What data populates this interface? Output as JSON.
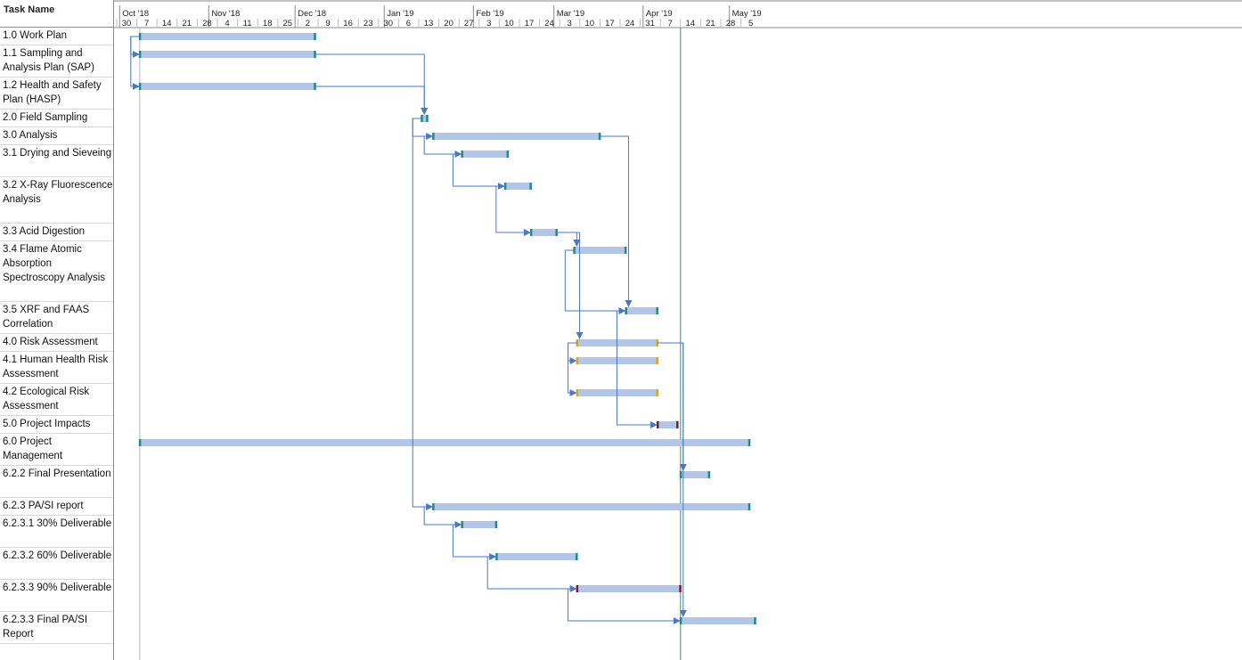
{
  "header": {
    "task_name_label": "Task Name"
  },
  "chart_data": {
    "type": "gantt",
    "timescale": {
      "months": [
        "Oct '18",
        "Nov '18",
        "Dec '18",
        "Jan '19",
        "Feb '19",
        "Mar '19",
        "Apr '19",
        "May '19"
      ],
      "ticks": [
        "30",
        "7",
        "14",
        "21",
        "28",
        "4",
        "11",
        "18",
        "25",
        "2",
        "9",
        "16",
        "23",
        "30",
        "6",
        "13",
        "20",
        "27",
        "3",
        "10",
        "17",
        "24",
        "3",
        "10",
        "17",
        "24",
        "31",
        "7",
        "14",
        "21",
        "28",
        "5"
      ]
    },
    "status_date": "2019-04-14",
    "tasks": [
      {
        "name": "1.0 Work Plan",
        "start": "2018-10-08",
        "finish": "2018-12-08",
        "marker_color": "#1f8a8a"
      },
      {
        "name": "1.1 Sampling and Analysis Plan (SAP)",
        "start": "2018-10-08",
        "finish": "2018-12-08",
        "marker_color": "#1f8a8a"
      },
      {
        "name": "1.2 Health and Safety Plan (HASP)",
        "start": "2018-10-08",
        "finish": "2018-12-08",
        "marker_color": "#1f8a8a"
      },
      {
        "name": "2.0 Field Sampling",
        "start": "2019-01-14",
        "finish": "2019-01-16",
        "marker_color": "#1f8a8a"
      },
      {
        "name": "3.0 Analysis",
        "start": "2019-01-18",
        "finish": "2019-03-17",
        "marker_color": "#1f8a8a"
      },
      {
        "name": "3.1 Drying and Sieveing",
        "start": "2019-01-28",
        "finish": "2019-02-13",
        "marker_color": "#1f8a8a"
      },
      {
        "name": "3.2 X-Ray Fluorescence Analysis",
        "start": "2019-02-12",
        "finish": "2019-02-21",
        "marker_color": "#1f8a8a"
      },
      {
        "name": "3.3 Acid Digestion",
        "start": "2019-02-21",
        "finish": "2019-03-02",
        "marker_color": "#1f8a8a"
      },
      {
        "name": "3.4 Flame Atomic Absorption Spectroscopy Analysis",
        "start": "2019-03-08",
        "finish": "2019-03-26",
        "marker_color": "#1f8a8a"
      },
      {
        "name": "3.5 XRF and FAAS Correlation",
        "start": "2019-03-26",
        "finish": "2019-04-06",
        "marker_color": "#1f8a8a"
      },
      {
        "name": "4.0 Risk Assessment",
        "start": "2019-03-09",
        "finish": "2019-04-06",
        "marker_color": "#d9a520"
      },
      {
        "name": "4.1 Human Health Risk Assessment",
        "start": "2019-03-09",
        "finish": "2019-04-06",
        "marker_color": "#d9a520"
      },
      {
        "name": "4.2 Ecological Risk Assessment",
        "start": "2019-03-09",
        "finish": "2019-04-06",
        "marker_color": "#d9a520"
      },
      {
        "name": "5.0 Project Impacts",
        "start": "2019-04-06",
        "finish": "2019-04-13",
        "marker_color": "#7a1a3a"
      },
      {
        "name": "6.0 Project Management",
        "start": "2018-10-08",
        "finish": "2019-05-08",
        "marker_color": "#1f8a8a"
      },
      {
        "name": "6.2.2 Final Presentation",
        "start": "2019-04-14",
        "finish": "2019-04-24",
        "marker_color": "#1f8a8a"
      },
      {
        "name": "6.2.3 PA/SI report",
        "start": "2019-01-18",
        "finish": "2019-05-08",
        "marker_color": "#1f8a8a"
      },
      {
        "name": "6.2.3.1 30% Deliverable",
        "start": "2019-01-28",
        "finish": "2019-02-09",
        "marker_color": "#1f8a8a"
      },
      {
        "name": "6.2.3.2 60% Deliverable",
        "start": "2019-02-09",
        "finish": "2019-03-09",
        "marker_color": "#1f8a8a"
      },
      {
        "name": "6.2.3.3 90% Deliverable",
        "start": "2019-03-09",
        "finish": "2019-04-14",
        "marker_color": "#7a1a3a"
      },
      {
        "name": "6.2.3.3 Final PA/SI Report",
        "start": "2019-04-14",
        "finish": "2019-05-10",
        "marker_color": "#1f8a8a"
      }
    ],
    "dependencies": [
      {
        "from": 0,
        "to": 1
      },
      {
        "from": 0,
        "to": 2
      },
      {
        "from": 1,
        "to": 3
      },
      {
        "from": 2,
        "to": 3
      },
      {
        "from": 3,
        "to": 4
      },
      {
        "from": 4,
        "to": 5
      },
      {
        "from": 5,
        "to": 6
      },
      {
        "from": 6,
        "to": 7
      },
      {
        "from": 7,
        "to": 8
      },
      {
        "from": 8,
        "to": 9
      },
      {
        "from": 4,
        "to": 9
      },
      {
        "from": 7,
        "to": 10
      },
      {
        "from": 10,
        "to": 11
      },
      {
        "from": 10,
        "to": 12
      },
      {
        "from": 9,
        "to": 13
      },
      {
        "from": 10,
        "to": 15
      },
      {
        "from": 3,
        "to": 16
      },
      {
        "from": 16,
        "to": 17
      },
      {
        "from": 17,
        "to": 18
      },
      {
        "from": 18,
        "to": 19
      },
      {
        "from": 19,
        "to": 20
      },
      {
        "from": 10,
        "to": 20
      }
    ],
    "colors": {
      "bar_fill": "#b4c6e7",
      "link_line": "#4a78c2",
      "status_line": "#2e9a4a",
      "grid_line": "#d8d8d8",
      "border": "#8a8a8a"
    }
  }
}
